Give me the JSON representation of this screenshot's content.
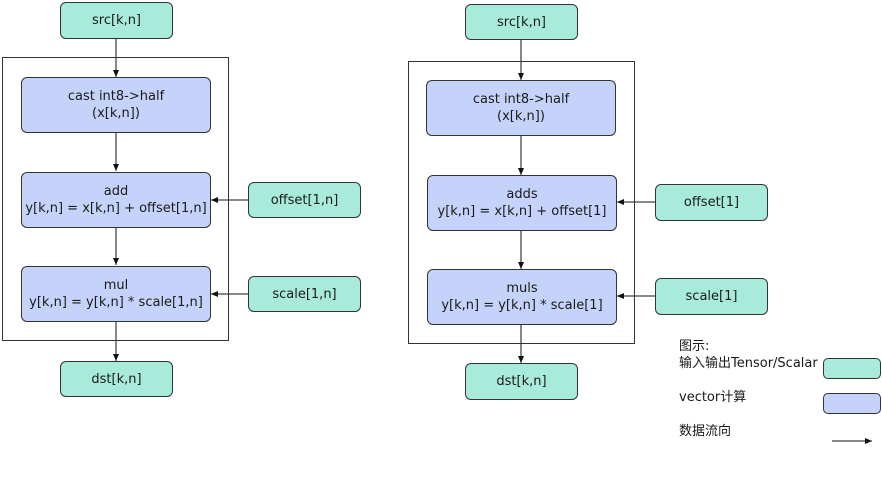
{
  "left": {
    "input": "src[k,n]",
    "cast": {
      "title": "cast int8->half",
      "expr": "(x[k,n])"
    },
    "add": {
      "title": "add",
      "expr": "y[k,n] = x[k,n] + offset[1,n]"
    },
    "mul": {
      "title": "mul",
      "expr": "y[k,n] = y[k,n] * scale[1,n]"
    },
    "offset": "offset[1,n]",
    "scale": "scale[1,n]",
    "output": "dst[k,n]"
  },
  "right": {
    "input": "src[k,n]",
    "cast": {
      "title": "cast int8->half",
      "expr": "(x[k,n])"
    },
    "add": {
      "title": "adds",
      "expr": "y[k,n] = x[k,n] + offset[1]"
    },
    "mul": {
      "title": "muls",
      "expr": "y[k,n] = y[k,n] * scale[1]"
    },
    "offset": "offset[1]",
    "scale": "scale[1]",
    "output": "dst[k,n]"
  },
  "legend": {
    "title": "图示:",
    "io_label": "输入输出Tensor/Scalar",
    "vector_label": "vector计算",
    "flow_label": "数据流向"
  },
  "colors": {
    "io": "#a9ebdb",
    "vector": "#c5d3fb",
    "stroke": "#333333"
  }
}
